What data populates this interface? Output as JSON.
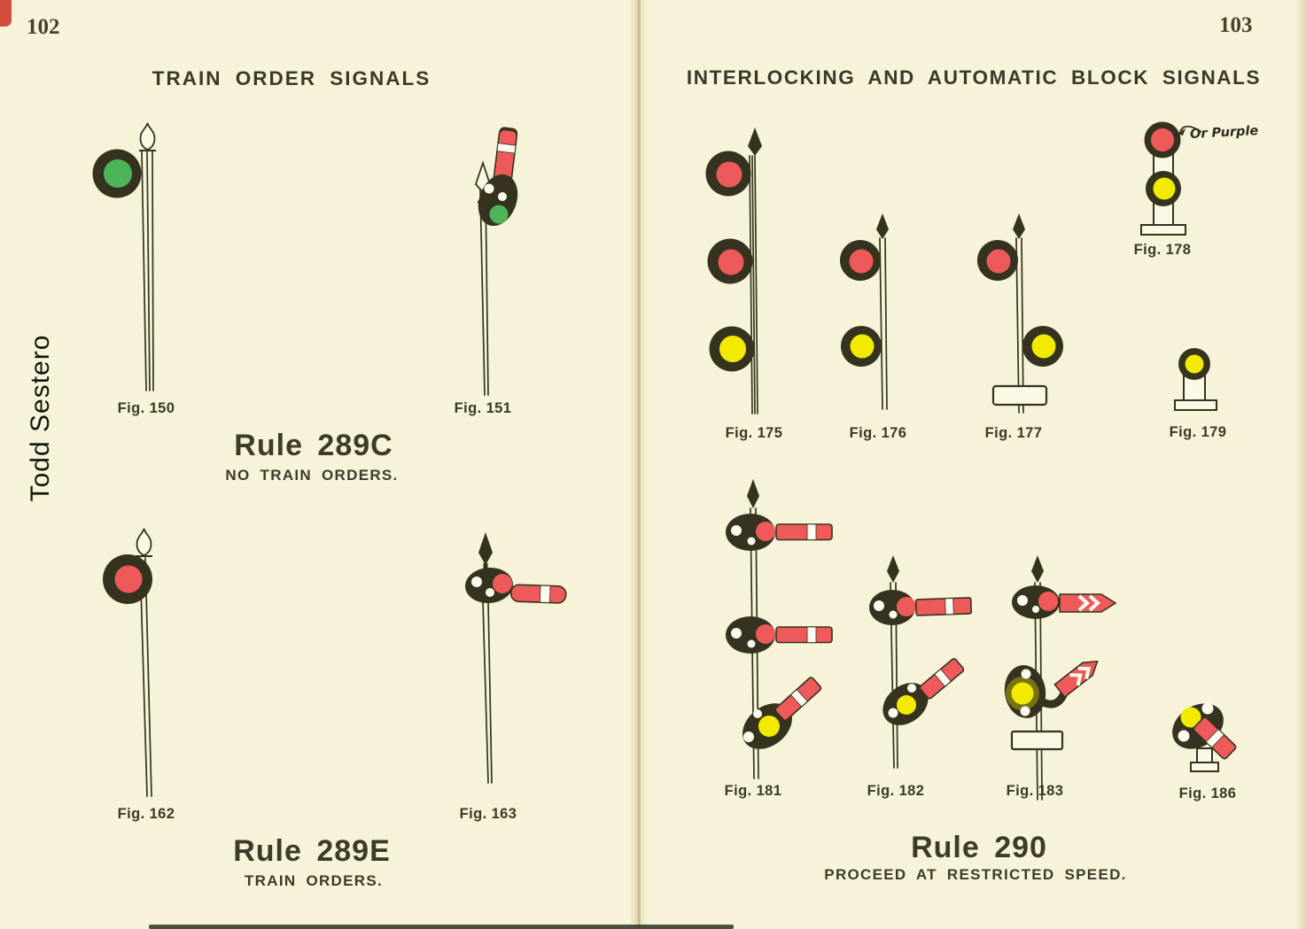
{
  "watermark": "Todd Sestero",
  "palette": {
    "paper": "#f6f3d8",
    "paperlight": "#fbf8e6",
    "ink": "#35331f",
    "red": "#ee5a5a",
    "green": "#4db45a",
    "yellow": "#f2ea00",
    "white": "#fdfbf0"
  },
  "left_page": {
    "page_number": "102",
    "heading": "TRAIN ORDER SIGNALS",
    "figures": [
      {
        "id": "fig-150",
        "label": "Fig. 150",
        "lights": [
          "green"
        ]
      },
      {
        "id": "fig-151",
        "label": "Fig. 151",
        "lights": [
          "green"
        ],
        "arm": "vertical red arm with white stripe"
      },
      {
        "id": "fig-162",
        "label": "Fig. 162",
        "lights": [
          "red"
        ]
      },
      {
        "id": "fig-163",
        "label": "Fig. 163",
        "lights": [
          "red"
        ],
        "arm": "horizontal red arm with white stripe"
      }
    ],
    "rules": [
      {
        "title": "Rule 289C",
        "subtitle": "NO TRAIN ORDERS."
      },
      {
        "title": "Rule 289E",
        "subtitle": "TRAIN ORDERS."
      }
    ]
  },
  "right_page": {
    "page_number": "103",
    "heading": "INTERLOCKING AND AUTOMATIC BLOCK SIGNALS",
    "annotation": "Or Purple",
    "figures": [
      {
        "id": "fig-175",
        "label": "Fig. 175",
        "lights": [
          "red",
          "red",
          "yellow"
        ]
      },
      {
        "id": "fig-176",
        "label": "Fig. 176",
        "lights": [
          "red",
          "yellow"
        ]
      },
      {
        "id": "fig-177",
        "label": "Fig. 177",
        "lights": [
          "red",
          "yellow"
        ],
        "number_plate": true
      },
      {
        "id": "fig-178",
        "label": "Fig. 178",
        "lights": [
          "red",
          "yellow"
        ]
      },
      {
        "id": "fig-179",
        "label": "Fig. 179",
        "lights": [
          "yellow"
        ]
      },
      {
        "id": "fig-181",
        "label": "Fig. 181",
        "arms": [
          "horizontal red",
          "horizontal red",
          "diagonal red with yellow lens"
        ]
      },
      {
        "id": "fig-182",
        "label": "Fig. 182",
        "arms": [
          "horizontal red",
          "diagonal red with yellow lens"
        ]
      },
      {
        "id": "fig-183",
        "label": "Fig. 183",
        "arms": [
          "horizontal red chevron",
          "diagonal red chevron with yellow lens"
        ],
        "number_plate": true
      },
      {
        "id": "fig-186",
        "label": "Fig. 186",
        "arms": [
          "diagonal red with yellow lens"
        ]
      }
    ],
    "rule": {
      "title": "Rule 290",
      "subtitle": "PROCEED AT RESTRICTED SPEED."
    }
  }
}
